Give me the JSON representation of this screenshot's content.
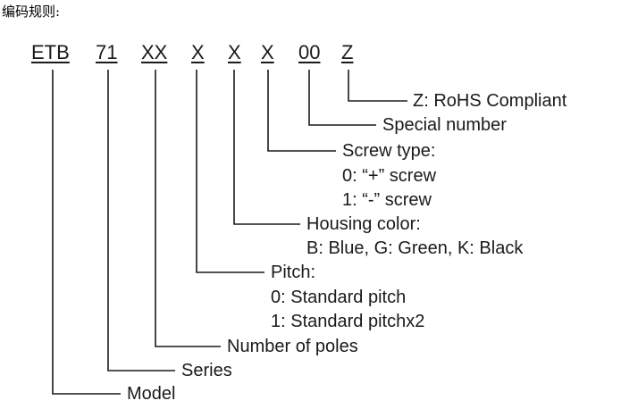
{
  "heading": "编码规则:",
  "code_segments": [
    "ETB",
    "71",
    "XX",
    "X",
    "X",
    "X",
    "00",
    "Z"
  ],
  "fields": {
    "rohs": "Z: RoHS Compliant",
    "special": "Special number",
    "screw_title": "Screw type:",
    "screw_opt0": "0: “+” screw",
    "screw_opt1": "1: “-” screw",
    "housing_title": "Housing color:",
    "housing_opts": "B: Blue, G: Green, K: Black",
    "pitch_title": "Pitch:",
    "pitch_opt0": "0: Standard pitch",
    "pitch_opt1": "1: Standard pitchx2",
    "poles": "Number of poles",
    "series": "Series",
    "model": "Model"
  }
}
